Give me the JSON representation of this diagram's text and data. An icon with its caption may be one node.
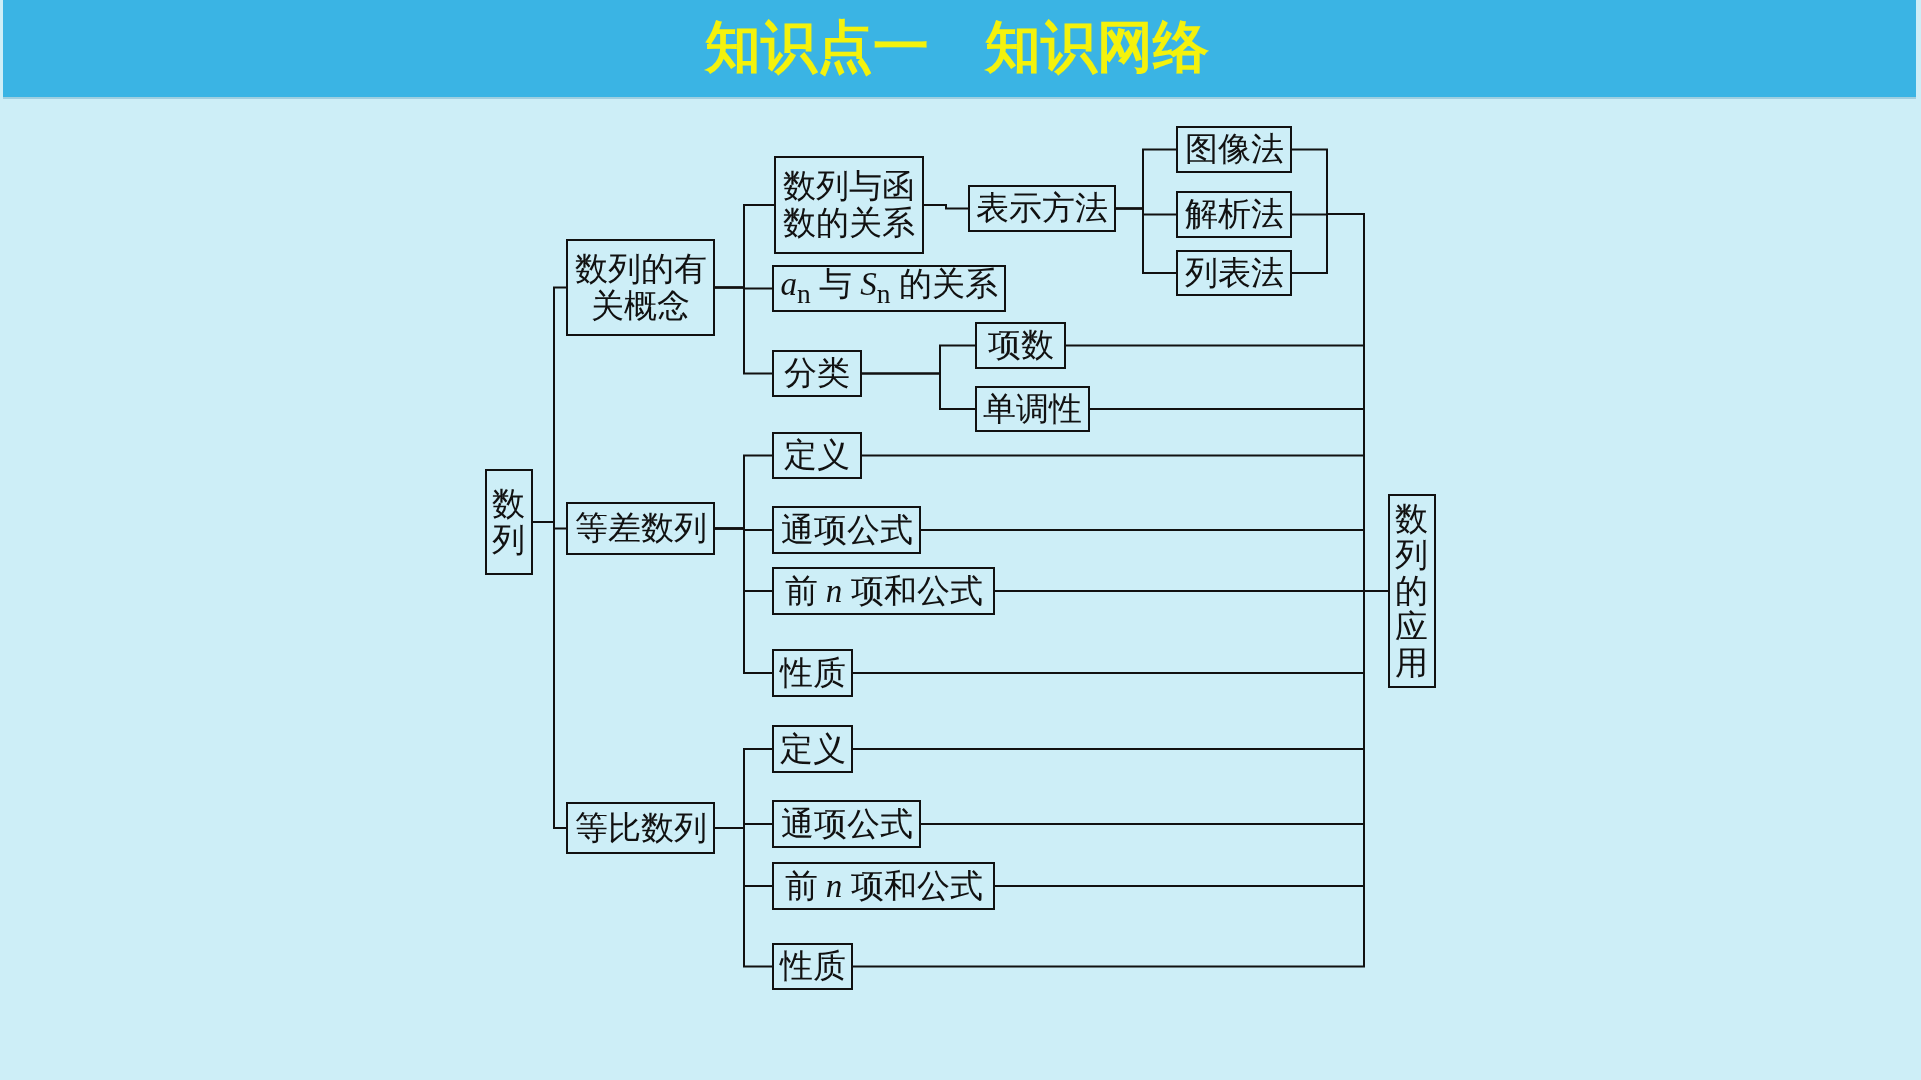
{
  "diagram": {
    "title": "知识点一　知识网络",
    "nodes": [
      {
        "text": [
          "数列"
        ]
      },
      {
        "text": [
          "数列的有关概念"
        ]
      },
      {
        "text": [
          "数列与函数的关系"
        ]
      },
      {
        "text": [
          "*a*$_{n}$ 与 *S*$_{n}$ 的关系"
        ]
      },
      {
        "text": [
          "分类"
        ]
      },
      {
        "text": [
          "表示方法"
        ]
      },
      {
        "text": [
          "图像法"
        ]
      },
      {
        "text": [
          "解析法"
        ]
      },
      {
        "text": [
          "列表法"
        ]
      },
      {
        "text": [
          "项数"
        ]
      },
      {
        "text": [
          "单调性"
        ]
      },
      {
        "text": [
          "等差数列"
        ]
      },
      {
        "text": [
          "定义"
        ]
      },
      {
        "text": [
          "通项公式"
        ]
      },
      {
        "text": [
          "前 *n* 项和公式"
        ]
      },
      {
        "text": [
          "性质"
        ]
      },
      {
        "text": [
          "等比数列"
        ]
      },
      {
        "text": [
          "定义"
        ]
      },
      {
        "text": [
          "通项公式"
        ]
      },
      {
        "text": [
          "前 *n* 项和公式"
        ]
      },
      {
        "text": [
          "性质"
        ]
      },
      {
        "text": [
          "数列的应用"
        ]
      }
    ],
    "edges": [
      {
        "from": 0,
        "to": 1,
        "arrow": "none"
      },
      {
        "from": 0,
        "to": 11,
        "arrow": "none"
      },
      {
        "from": 0,
        "to": 16,
        "arrow": "none"
      },
      {
        "from": 1,
        "to": 2,
        "arrow": "none"
      },
      {
        "from": 1,
        "to": 3,
        "arrow": "none"
      },
      {
        "from": 1,
        "to": 4,
        "arrow": "none"
      },
      {
        "from": 2,
        "to": 5,
        "arrow": "none"
      },
      {
        "from": 5,
        "to": 6,
        "arrow": "none"
      },
      {
        "from": 5,
        "to": 7,
        "arrow": "none"
      },
      {
        "from": 5,
        "to": 8,
        "arrow": "none"
      },
      {
        "from": 4,
        "to": 9,
        "arrow": "none"
      },
      {
        "from": 4,
        "to": 10,
        "arrow": "none"
      },
      {
        "from": 11,
        "to": 12,
        "arrow": "none"
      },
      {
        "from": 11,
        "to": 13,
        "arrow": "none"
      },
      {
        "from": 11,
        "to": 14,
        "arrow": "none"
      },
      {
        "from": 11,
        "to": 15,
        "arrow": "none"
      },
      {
        "from": 16,
        "to": 17,
        "arrow": "none"
      },
      {
        "from": 16,
        "to": 18,
        "arrow": "none"
      },
      {
        "from": 16,
        "to": 19,
        "arrow": "none"
      },
      {
        "from": 16,
        "to": 20,
        "arrow": "none"
      },
      {
        "from": 6,
        "to": 21,
        "arrow": "none"
      },
      {
        "from": 7,
        "to": 21,
        "arrow": "none"
      },
      {
        "from": 8,
        "to": 21,
        "arrow": "none"
      },
      {
        "from": 9,
        "to": 21,
        "arrow": "none"
      },
      {
        "from": 10,
        "to": 21,
        "arrow": "none"
      },
      {
        "from": 12,
        "to": 21,
        "arrow": "none"
      },
      {
        "from": 13,
        "to": 21,
        "arrow": "none"
      },
      {
        "from": 14,
        "to": 21,
        "arrow": "none"
      },
      {
        "from": 15,
        "to": 21,
        "arrow": "none"
      },
      {
        "from": 17,
        "to": 21,
        "arrow": "none"
      },
      {
        "from": 18,
        "to": 21,
        "arrow": "none"
      },
      {
        "from": 19,
        "to": 21,
        "arrow": "none"
      },
      {
        "from": 20,
        "to": 21,
        "arrow": "none"
      }
    ]
  }
}
